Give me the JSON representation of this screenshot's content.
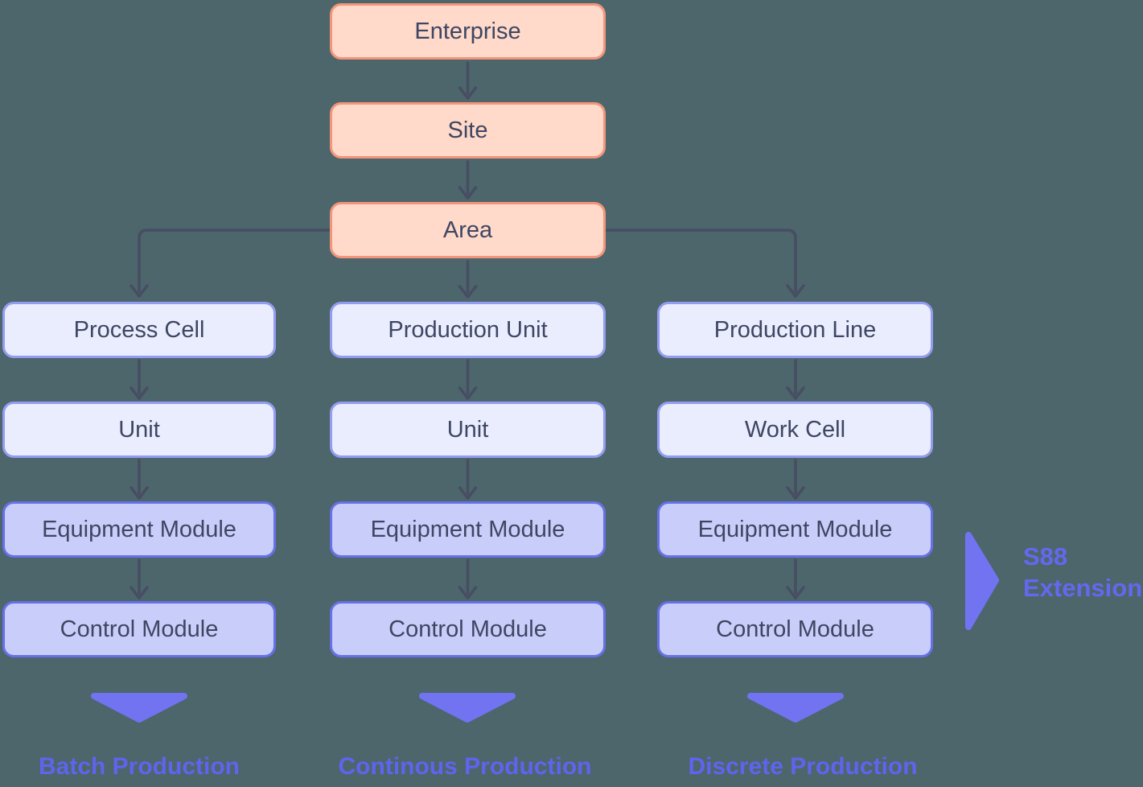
{
  "diagram": {
    "title_implied": "S88 physical equipment hierarchy",
    "top_chain": [
      {
        "label": "Enterprise"
      },
      {
        "label": "Site"
      },
      {
        "label": "Area"
      }
    ],
    "columns": [
      {
        "rows": [
          "Process Cell",
          "Unit",
          "Equipment Module",
          "Control Module"
        ],
        "footer": "Batch Production"
      },
      {
        "rows": [
          "Production Unit",
          "Unit",
          "Equipment Module",
          "Control Module"
        ],
        "footer": "Continous Production"
      },
      {
        "rows": [
          "Production Line",
          "Work Cell",
          "Equipment Module",
          "Control Module"
        ],
        "footer": "Discrete Production"
      }
    ],
    "annotation": {
      "line1": "S88",
      "line2": "Extension"
    }
  },
  "colors": {
    "background": "#4C666C",
    "top_node_fill": "#FFD9C9",
    "top_node_border": "#F2957B",
    "upper_node_fill": "#EAEDFE",
    "upper_node_border": "#939CF0",
    "lower_node_fill": "#C8CEF9",
    "lower_node_border": "#6770E6",
    "node_text": "#3E4663",
    "connector": "#474D63",
    "accent_shape": "#7173F1",
    "accent_text": "#5F64EE"
  }
}
